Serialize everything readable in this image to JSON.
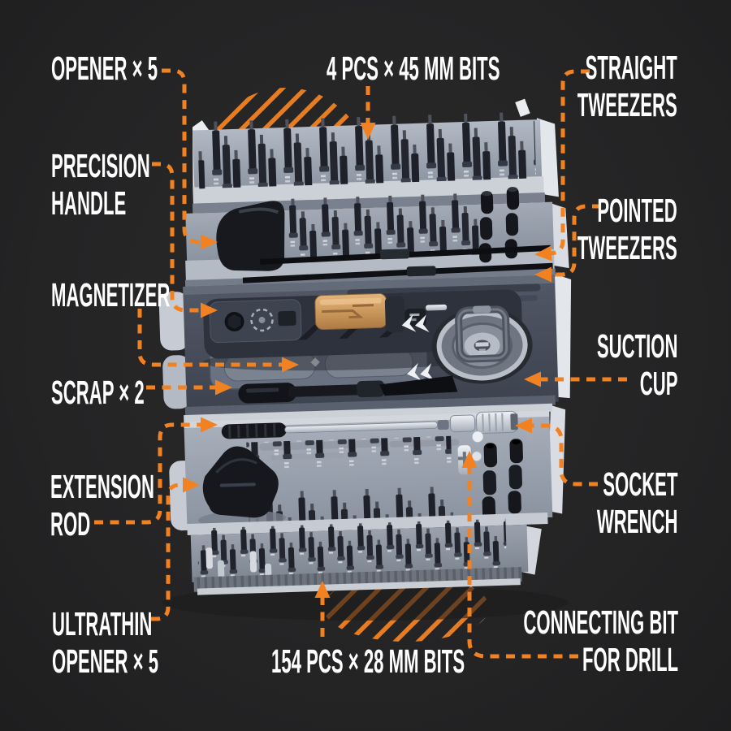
{
  "theme": {
    "bg": "#242425",
    "accent": "#F28121",
    "ink": "#FFFFFF"
  },
  "labels": {
    "opener": {
      "lines": [
        "OPENER × 5"
      ]
    },
    "top_bits": {
      "lines": [
        "4 PCS × 45 MM BITS"
      ]
    },
    "straight_tweezers": {
      "lines": [
        "STRAIGHT",
        "TWEEZERS"
      ]
    },
    "precision_handle": {
      "lines": [
        "PRECISION",
        "HANDLE"
      ]
    },
    "pointed_tweezers": {
      "lines": [
        "POINTED",
        "TWEEZERS"
      ]
    },
    "magnetizer": {
      "lines": [
        "MAGNETIZER"
      ]
    },
    "suction_cup": {
      "lines": [
        "SUCTION",
        "CUP"
      ]
    },
    "scrap": {
      "lines": [
        "SCRAP × 2"
      ]
    },
    "socket_wrench": {
      "lines": [
        "SOCKET",
        "WRENCH"
      ]
    },
    "extension_rod": {
      "lines": [
        "EXTENSION",
        "ROD"
      ]
    },
    "ultrathin_opener": {
      "lines": [
        "ULTRATHIN",
        "OPENER × 5"
      ]
    },
    "bottom_bits": {
      "lines": [
        "154 PCS × 28 MM BITS"
      ]
    },
    "connecting_bit": {
      "lines": [
        "CONNECTING BIT",
        "FOR DRILL"
      ]
    }
  }
}
